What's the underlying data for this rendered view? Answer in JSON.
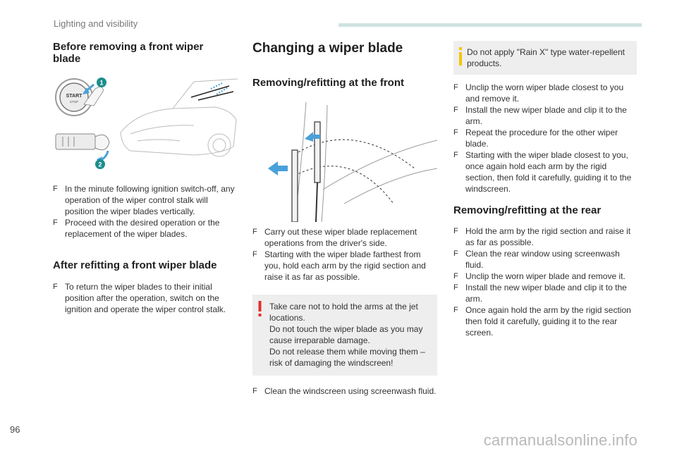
{
  "page": {
    "header": "Lighting and visibility",
    "page_number": "96",
    "watermark": "carmanualsonline.info",
    "accent_color": "#cfe3e0"
  },
  "left": {
    "heading_before": "Before removing a front wiper blade",
    "figure_labels": [
      "START",
      "STOP",
      "1",
      "2"
    ],
    "bullets_before": [
      "In the minute following ignition switch-off, any operation of the wiper control stalk will position the wiper blades vertically.",
      "Proceed with the desired operation or the replacement of the wiper blades."
    ],
    "heading_after": "After refitting a front wiper blade",
    "bullets_after": [
      "To return the wiper blades to their initial position after the operation, switch on the ignition and operate the wiper control stalk."
    ]
  },
  "middle": {
    "title": "Changing a wiper blade",
    "heading_front": "Removing/refitting at the front",
    "bullets_front": [
      "Carry out these wiper blade replacement operations from the driver's side.",
      "Starting with the wiper blade farthest from you, hold each arm by the rigid section and raise it as far as possible."
    ],
    "warning_lines": [
      "Take care not to hold the arms at the jet locations.",
      "Do not touch the wiper blade as you may cause irreparable damage.",
      "Do not release them while moving them – risk of damaging the windscreen!"
    ],
    "bullets_clean": [
      "Clean the windscreen using screenwash fluid."
    ]
  },
  "right": {
    "info_text": "Do not apply \"Rain X\" type water-repellent products.",
    "bullets_front2": [
      "Unclip the worn wiper blade closest to you and remove it.",
      "Install the new wiper blade and clip it to the arm.",
      "Repeat the procedure for the other wiper blade.",
      "Starting with the wiper blade closest to you, once again hold each arm by the rigid section, then fold it carefully, guiding it to the windscreen."
    ],
    "heading_rear": "Removing/refitting at the rear",
    "bullets_rear": [
      "Hold the arm by the rigid section and raise it as far as possible.",
      "Clean the rear window using screenwash fluid.",
      "Unclip the worn wiper blade and remove it.",
      "Install the new wiper blade and clip it to the arm.",
      "Once again hold the arm by the rigid section then fold it carefully, guiding it to the rear screen."
    ]
  },
  "bullet_mark": "F",
  "icons": {
    "warning": "exclamation-icon",
    "info": "info-icon"
  },
  "colors": {
    "warning": "#e0302b",
    "info": "#f6c400",
    "figure_step": "#1d8e8c",
    "arrow": "#4aa0d8"
  }
}
